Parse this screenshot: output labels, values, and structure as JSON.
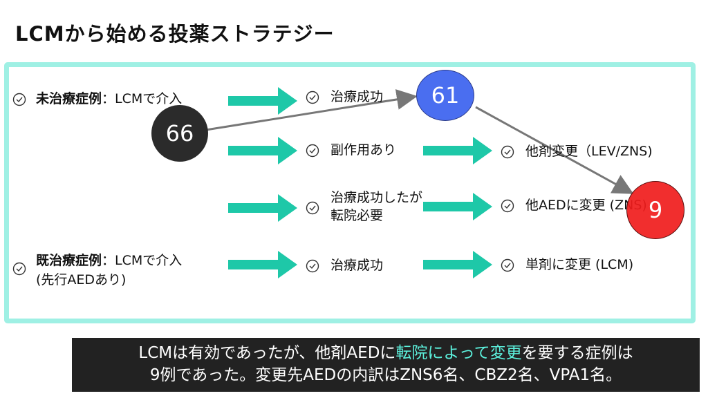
{
  "title": "LCMから始める投薬ストラテジー",
  "left": {
    "untreated": {
      "bold": "未治療症例",
      "rest": "：LCMで介入"
    },
    "treated": {
      "bold": "既治療症例",
      "rest": "：LCMで介入",
      "line2": "(先行AEDあり)"
    }
  },
  "outcomes": {
    "success": "治療成功",
    "side_effect": "副作用あり",
    "transfer_line1": "治療成功したが",
    "transfer_line2": "転院必要",
    "success2": "治療成功"
  },
  "results": {
    "switch": "他剤変更（LEV/ZNS)",
    "aed_change": "他AEDに変更 (ZNS)",
    "mono": "単剤に変更 (LCM)"
  },
  "counts": {
    "total": "66",
    "success": "61",
    "switched": "9"
  },
  "colors": {
    "arrow": "#1ec8a8",
    "total": "#2b2b2b",
    "success": "#4a6ef0",
    "switched": "#f01c1c",
    "panel_border": "#9ff0e4"
  },
  "caption": {
    "line1_a": "LCMは有効であったが、他剤AEDに",
    "line1_hl": "転院によって変更",
    "line1_b": "を要する症例は",
    "line2": "9例であった。変更先AEDの内訳はZNS6名、CBZ2名、VPA1名。"
  }
}
